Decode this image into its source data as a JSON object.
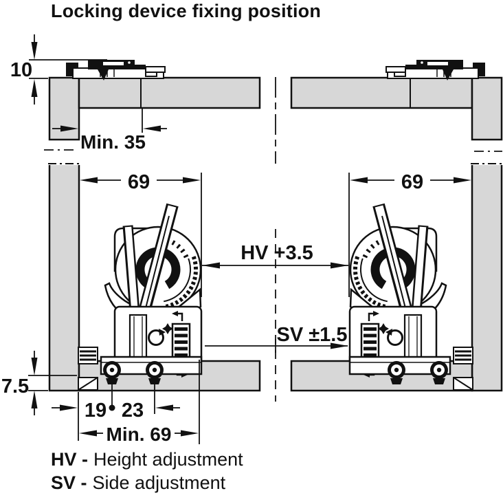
{
  "title": "Locking device fixing position",
  "dims": {
    "top_clearance": "10",
    "min_fixing_depth": "Min. 35",
    "device_width_left": "69",
    "device_width_right": "69",
    "height_adjustment": "HV +3.5",
    "side_adjustment": "SV ±1.5",
    "runner_height": "7.5",
    "front_hole_offset": "19",
    "hole_spacing": "23",
    "min_inner_width": "Min. 69"
  },
  "legend": {
    "items": [
      {
        "abbr": "HV -",
        "label": "Height adjustment"
      },
      {
        "abbr": "SV -",
        "label": "Side adjustment"
      }
    ]
  }
}
